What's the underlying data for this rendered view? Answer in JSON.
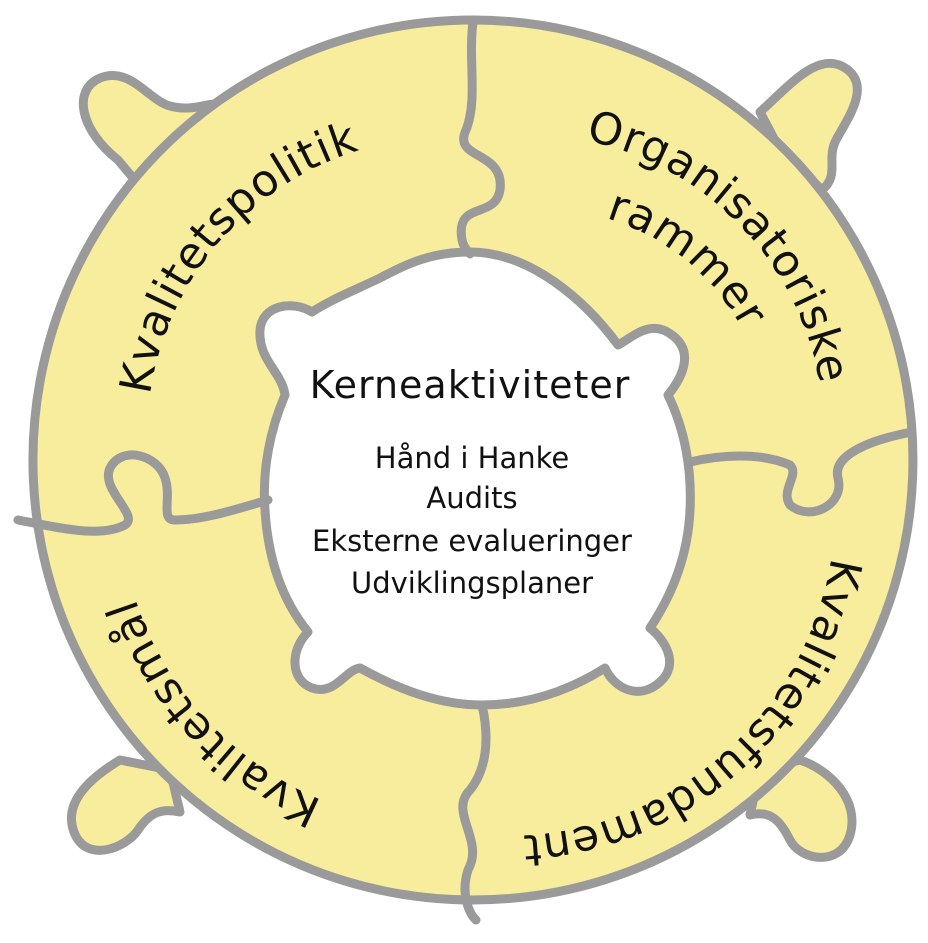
{
  "colors": {
    "puzzle_fill": "#f8ec9d",
    "puzzle_stroke": "#9a9a9a",
    "center_fill": "#ffffff",
    "text": "#111111"
  },
  "segments": [
    {
      "id": "top-left",
      "label": "Kvalitetspolitik"
    },
    {
      "id": "top-right",
      "label_line1": "Organisatoriske",
      "label_line2": "rammer"
    },
    {
      "id": "bottom-right",
      "label": "Kvalitetsfundament"
    },
    {
      "id": "bottom-left",
      "label": "Kvalitetsmål"
    }
  ],
  "center": {
    "title": "Kerneaktiviteter",
    "items": [
      "Hånd i Hanke",
      "Audits",
      "Eksterne evalueringer",
      "Udviklingsplaner"
    ]
  }
}
